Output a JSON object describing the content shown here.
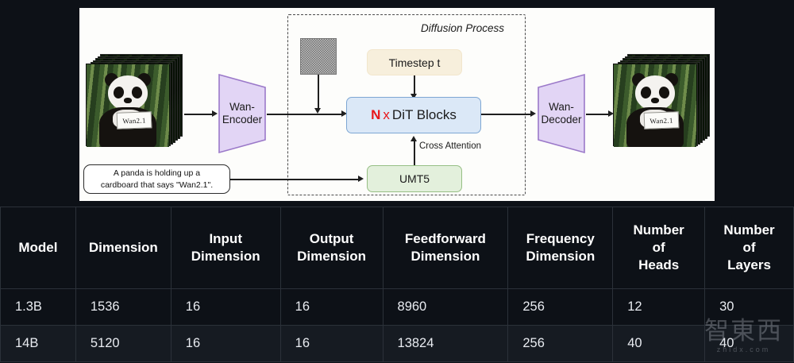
{
  "figure": {
    "diffusion_label": "Diffusion Process",
    "encoder_label_line1": "Wan-",
    "encoder_label_line2": "Encoder",
    "decoder_label_line1": "Wan-",
    "decoder_label_line2": "Decoder",
    "timestep_label": "Timestep t",
    "dit_n": "N",
    "dit_x": "x",
    "dit_label": "DiT Blocks",
    "umt5_label": "UMT5",
    "cross_attention_label": "Cross Attention",
    "prompt_line1": "A panda is holding up a",
    "prompt_line2": "cardboard that says \"Wan2.1\".",
    "card_text": "Wan2.1",
    "colors": {
      "encoder_fill": "#e2d5f5",
      "encoder_stroke": "#9b79c9",
      "dit_fill": "#dbe8f7",
      "dit_stroke": "#7ea7d4",
      "timestep_fill": "#f7efdc",
      "umt5_fill": "#e3f0dc",
      "umt5_stroke": "#97bf85",
      "accent_red": "#e8161a"
    }
  },
  "table": {
    "headers": [
      "Model",
      "Dimension",
      "Input Dimension",
      "Output Dimension",
      "Feedforward Dimension",
      "Frequency Dimension",
      "Number of Heads",
      "Number of Layers"
    ],
    "headers_lines": [
      [
        "Model"
      ],
      [
        "Dimension"
      ],
      [
        "Input",
        "Dimension"
      ],
      [
        "Output",
        "Dimension"
      ],
      [
        "Feedforward",
        "Dimension"
      ],
      [
        "Frequency",
        "Dimension"
      ],
      [
        "Number",
        "of",
        "Heads"
      ],
      [
        "Number",
        "of",
        "Layers"
      ]
    ],
    "rows": [
      {
        "model": "1.3B",
        "dimension": "1536",
        "input_dimension": "16",
        "output_dimension": "16",
        "feedforward_dimension": "8960",
        "frequency_dimension": "256",
        "number_of_heads": "12",
        "number_of_layers": "30"
      },
      {
        "model": "14B",
        "dimension": "5120",
        "input_dimension": "16",
        "output_dimension": "16",
        "feedforward_dimension": "13824",
        "frequency_dimension": "256",
        "number_of_heads": "40",
        "number_of_layers": "40"
      }
    ]
  },
  "watermark": {
    "glyphs": "智東西",
    "domain": "zhidx.com"
  }
}
